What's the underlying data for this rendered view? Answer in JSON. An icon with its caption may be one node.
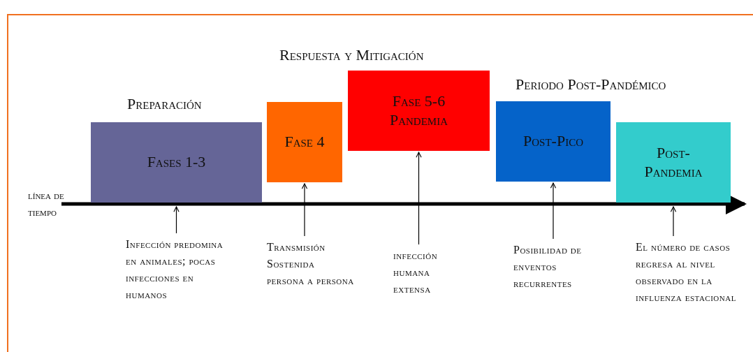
{
  "diagram": {
    "nodes": [
      {
        "text": [
          "Fases 1-3"
        ]
      },
      {
        "text": [
          "Fase 4"
        ]
      },
      {
        "text": [
          "Fase 5-6 Pandemia"
        ]
      },
      {
        "text": [
          "Post-Pico"
        ]
      },
      {
        "text": [
          "Post-Pandemia"
        ]
      },
      {
        "text": [
          "Infección predomina en animales; pocas infecciones en humanos"
        ]
      },
      {
        "text": [
          "Transmisión Sostenida persona a persona"
        ]
      },
      {
        "text": [
          "infección humana extensa"
        ]
      },
      {
        "text": [
          "Posibilidad de enventos recurrentes"
        ]
      },
      {
        "text": [
          "El número de casos regresa al nivel observado en la influenza estacional"
        ]
      }
    ],
    "edges": [
      {
        "from": 5,
        "to": 0,
        "arrow": "to"
      },
      {
        "from": 6,
        "to": 1,
        "arrow": "to"
      },
      {
        "from": 7,
        "to": 2,
        "arrow": "to"
      },
      {
        "from": 8,
        "to": 3,
        "arrow": "to"
      },
      {
        "from": 9,
        "to": 4,
        "arrow": "to"
      }
    ],
    "labels": [
      "Respuesta y Mitigación",
      "Preparación",
      "Periodo Post-Pandémico",
      "línea de tiempo"
    ]
  }
}
